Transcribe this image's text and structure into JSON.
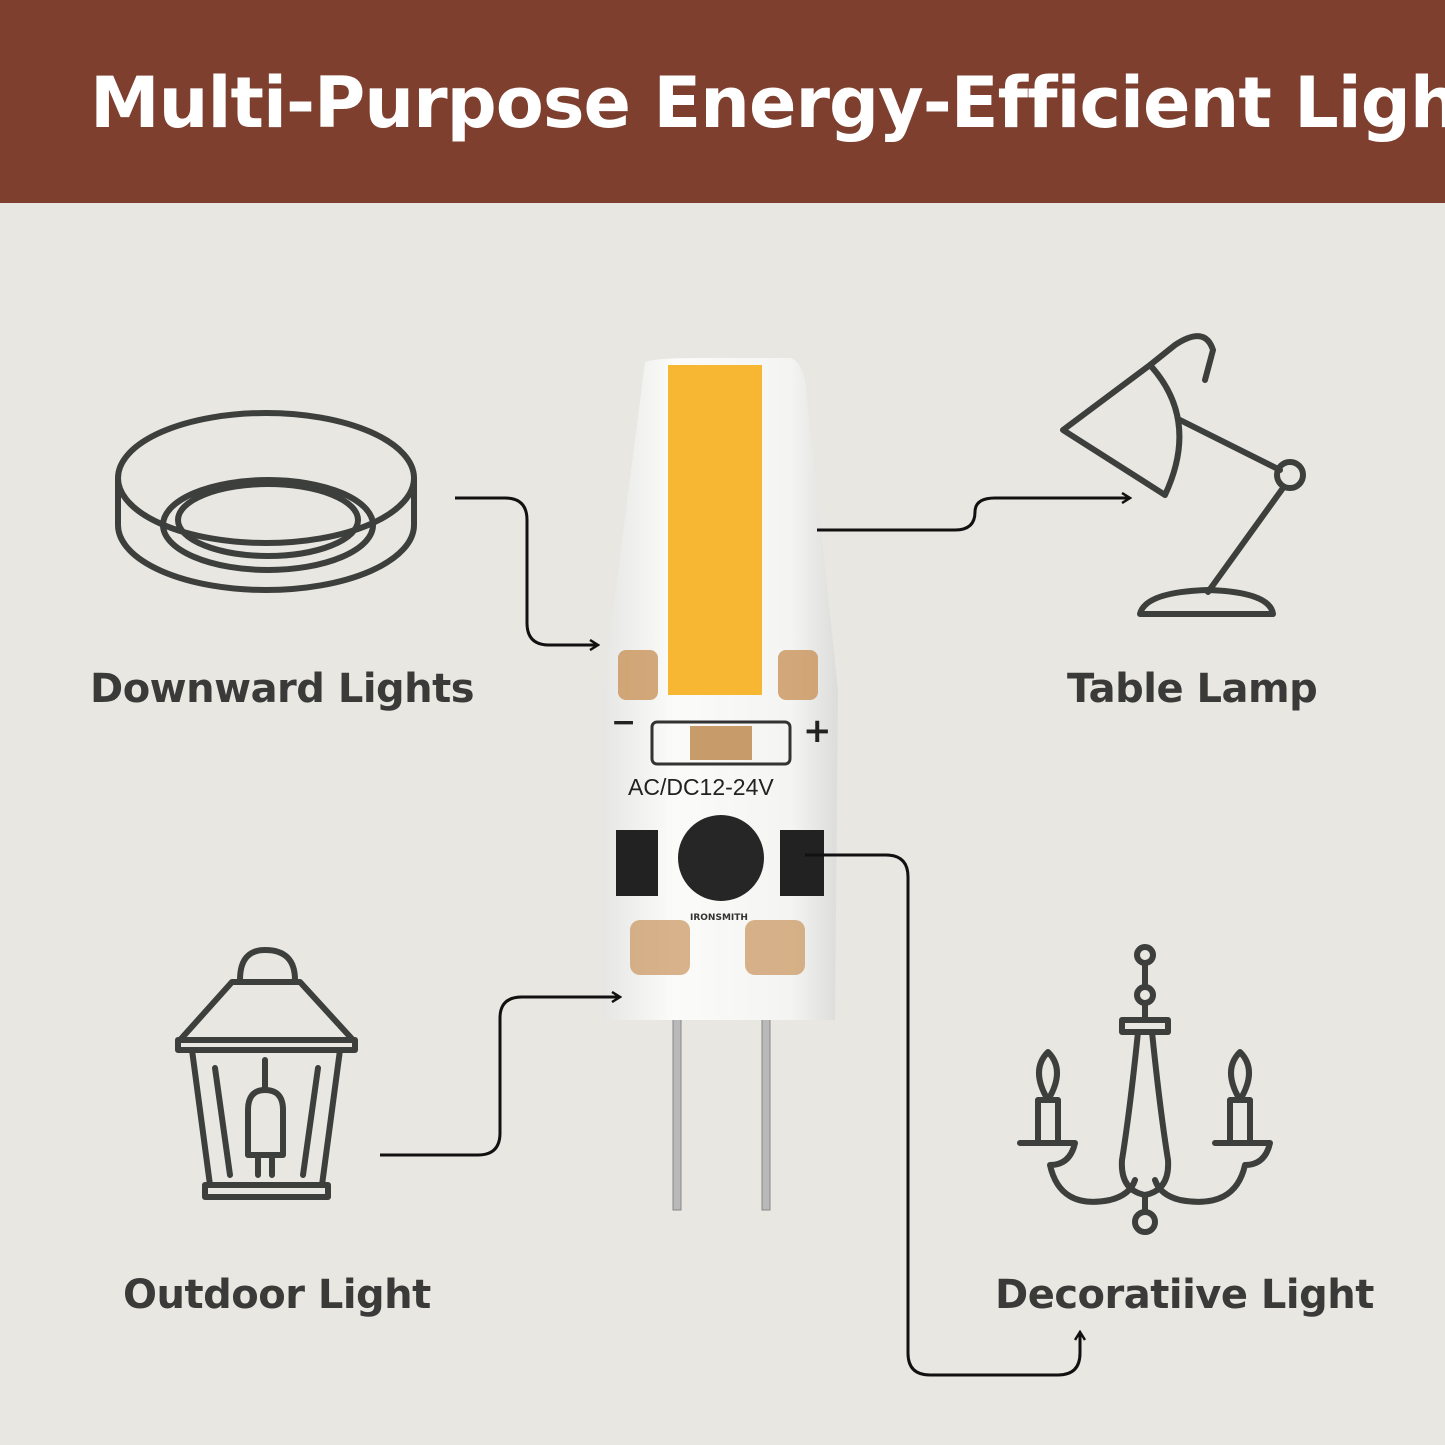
{
  "header": {
    "title": "Multi-Purpose Energy-Efficient Light",
    "background": "#7E3F2F"
  },
  "product": {
    "voltage_label": "AC/DC12-24V",
    "minus": "−",
    "plus": "+",
    "brand": "IRONSMITH",
    "led_color": "#F7B733"
  },
  "uses": [
    {
      "label": "Downward Lights",
      "icon": "downlight-icon"
    },
    {
      "label": "Table Lamp",
      "icon": "table-lamp-icon"
    },
    {
      "label": "Outdoor Light",
      "icon": "lantern-icon"
    },
    {
      "label": "Decoratiive Light",
      "icon": "chandelier-icon"
    }
  ],
  "colors": {
    "background": "#E9E7E1",
    "icon_stroke": "#3d3f3d",
    "arrow": "#111111"
  }
}
